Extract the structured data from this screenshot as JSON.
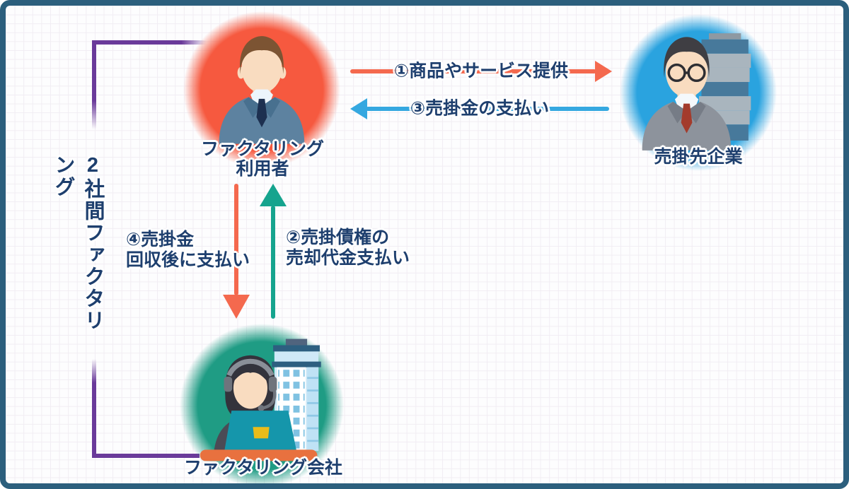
{
  "diagram": {
    "side_label": "2社間ファクタリング",
    "actors": {
      "factoring_user": {
        "label": "ファクタリング\n利用者",
        "circle_color": "#f6593f"
      },
      "client_company": {
        "label": "売掛先企業",
        "circle_color": "#2aa3df"
      },
      "factoring_company": {
        "label": "ファクタリング会社",
        "circle_color": "#1f9c84"
      }
    },
    "flows": {
      "provide_goods": {
        "label": "①商品やサービス提供",
        "color": "#f4694e",
        "direction": "right",
        "from": "factoring_user",
        "to": "client_company"
      },
      "sale_proceeds_payment": {
        "label": "②売掛債権の\n売却代金支払い",
        "color": "#16a48e",
        "direction": "up",
        "from": "factoring_company",
        "to": "factoring_user"
      },
      "receivable_payment": {
        "label": "③売掛金の支払い",
        "color": "#35a8e0",
        "direction": "left",
        "from": "client_company",
        "to": "factoring_user"
      },
      "pay_after_collection": {
        "label": "④売掛金\n回収後に支払い",
        "color": "#f4694e",
        "direction": "down",
        "from": "factoring_user",
        "to": "factoring_company"
      }
    },
    "colors": {
      "frame_border": "#2c5f7d",
      "bracket": "#6a3a9a",
      "label_text": "#1e3f6e",
      "grid_line": "#f1edf3"
    }
  }
}
